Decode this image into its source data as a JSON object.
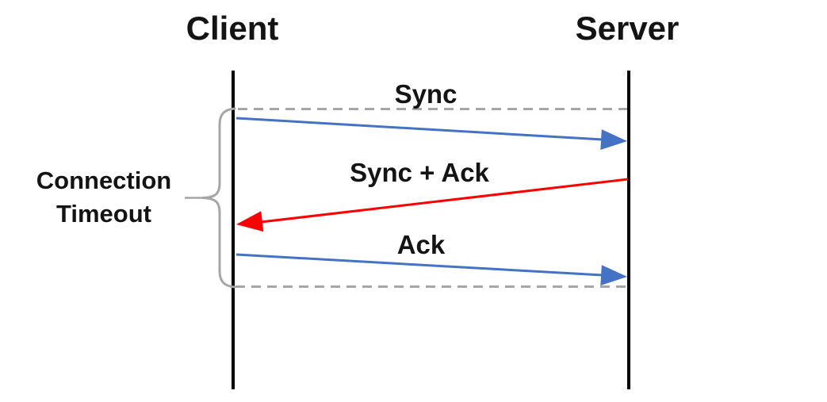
{
  "actors": [
    {
      "label": "Client"
    },
    {
      "label": "Server"
    }
  ],
  "messages": [
    {
      "label": "Sync",
      "from": "Client",
      "to": "Server"
    },
    {
      "label": "Sync + Ack",
      "from": "Server",
      "to": "Client"
    },
    {
      "label": "Ack",
      "from": "Client",
      "to": "Server"
    }
  ],
  "annotation": {
    "line1": "Connection",
    "line2": "Timeout"
  },
  "colors": {
    "lifeline": "#000000",
    "blue_arrow": "#4472C4",
    "red_arrow": "#FF0000",
    "dashed_line": "#A6A6A6",
    "brace": "#A6A6A6",
    "text": "#141414"
  }
}
